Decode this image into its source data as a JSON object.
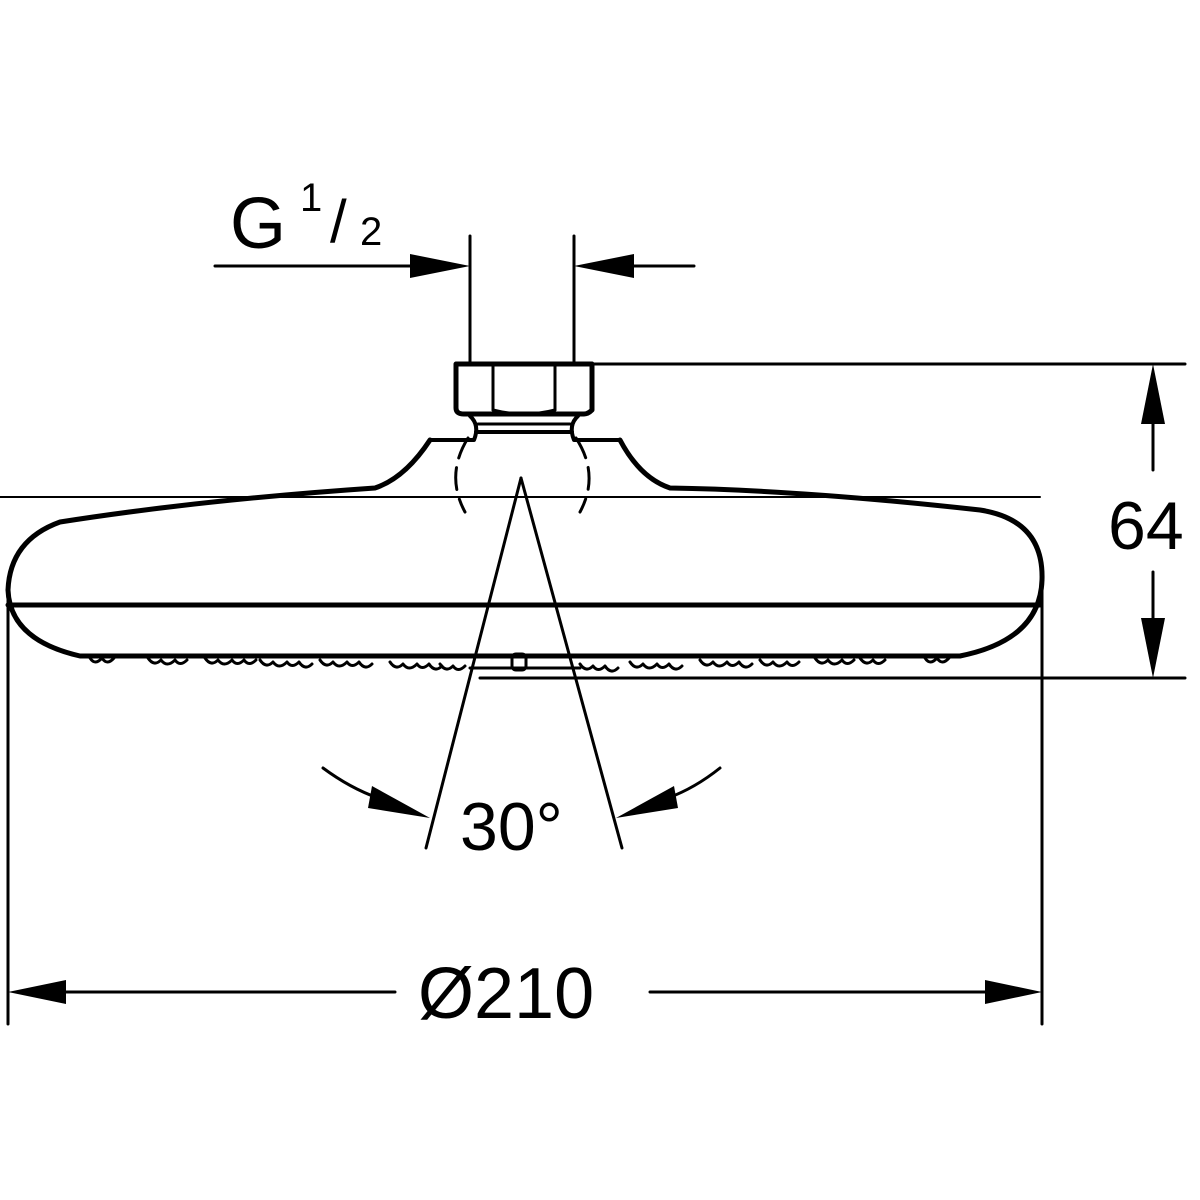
{
  "drawing": {
    "subject": "Shower head technical drawing (side view)",
    "line_color": "#000000",
    "background": "#ffffff",
    "dimensions": {
      "thread": {
        "prefix": "G",
        "numerator": "1",
        "slash": "/",
        "denominator": "2"
      },
      "height": {
        "value": "64"
      },
      "spray_angle": {
        "value": "30°"
      },
      "diameter": {
        "value": "Ø210"
      }
    }
  }
}
